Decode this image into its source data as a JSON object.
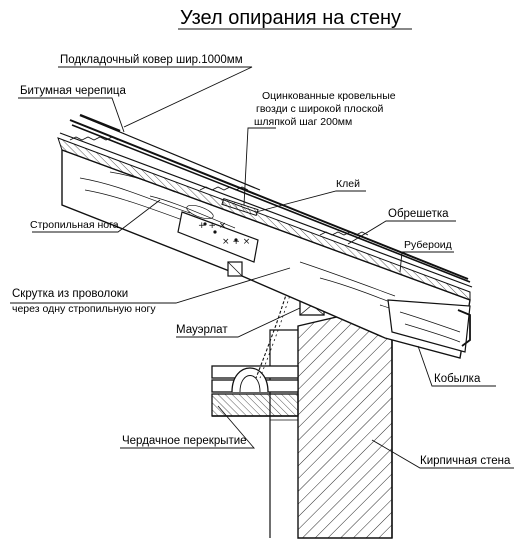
{
  "title": "Узел опирания на стену",
  "labels": {
    "underlay": "Подкладочный ковер шир.1000мм",
    "shingles": "Битумная черепица",
    "nails_line1": "Оцинкованные кровельные",
    "nails_line2": "гвозди с широкой плоской",
    "nails_line3": "шляпкой шаг 200мм",
    "glue": "Клей",
    "batten": "Обрешетка",
    "rafter": "Стропильная нога",
    "ruberoid": "Рубероид",
    "wire_line1": "Скрутка из проволоки",
    "wire_line2": "через одну стропильную ногу",
    "mauerlat": "Мауэрлат",
    "kobylka": "Кобылка",
    "attic_floor": "Чердачное перекрытие",
    "brick_wall": "Кирпичная стена"
  },
  "colors": {
    "ink": "#111111",
    "paper": "#ffffff"
  }
}
